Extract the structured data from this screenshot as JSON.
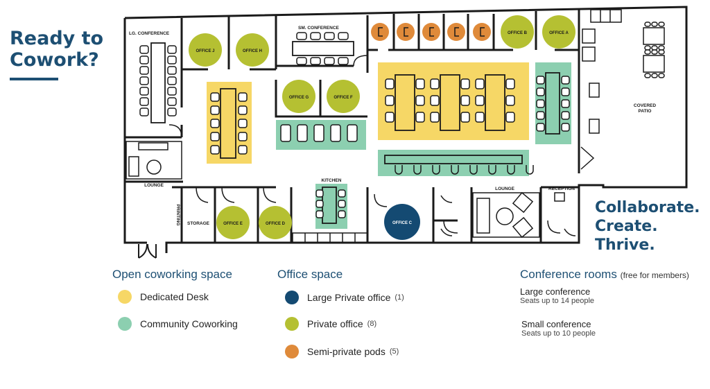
{
  "headline_left": {
    "line1": "Ready to",
    "line2": "Cowork?"
  },
  "headline_right": {
    "line1": "Collaborate.",
    "line2": "Create.",
    "line3": "Thrive."
  },
  "colors": {
    "navy": "#1d4f73",
    "dedicated": "#f6d766",
    "community": "#8ccfb0",
    "private": "#b5c032",
    "pods": "#df8a3a",
    "large_private": "#144a72"
  },
  "rooms": {
    "lg_conference": "LG. CONFERENCE",
    "sm_conference": "SM. CONFERENCE",
    "lounge_left": "LOUNGE",
    "lounge_right": "LOUNGE",
    "kitchen": "KITCHEN",
    "printing": "PRINTING",
    "storage": "STORAGE",
    "reception": "RECEPTION",
    "patio_line1": "COVERED",
    "patio_line2": "PATIO"
  },
  "offices": {
    "a": "OFFICE A",
    "b": "OFFICE B",
    "c": "OFFICE C",
    "d": "OFFICE D",
    "e": "OFFICE E",
    "f": "OFFICE F",
    "g": "OFFICE G",
    "h": "OFFICE H",
    "j": "OFFICE J"
  },
  "legend": {
    "open": {
      "title": "Open coworking space",
      "items": [
        {
          "label": "Dedicated Desk"
        },
        {
          "label": "Community Coworking"
        }
      ]
    },
    "office": {
      "title": "Office space",
      "items": [
        {
          "label": "Large Private office",
          "count": "(1)"
        },
        {
          "label": "Private office",
          "count": "(8)"
        },
        {
          "label": "Semi-private pods",
          "count": "(5)"
        }
      ]
    },
    "conference": {
      "title": "Conference rooms",
      "note": "(free for members)",
      "items": [
        {
          "name": "Large conference",
          "seats": "Seats up to 14 people"
        },
        {
          "name": "Small conference",
          "seats": "Seats up to 10 people"
        }
      ]
    }
  }
}
